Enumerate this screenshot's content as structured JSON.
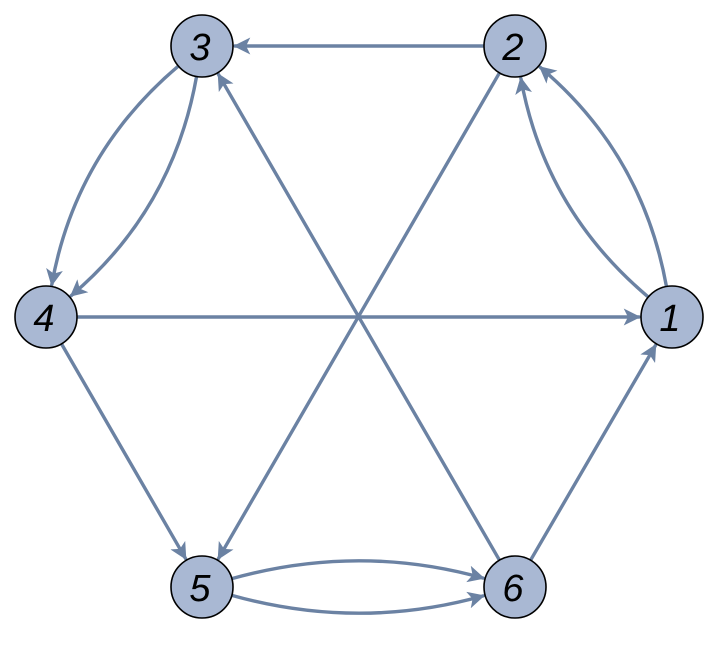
{
  "graph": {
    "directed": true,
    "colors": {
      "edge": "#6b82a3",
      "node_fill": "#a9b8d3",
      "node_stroke": "#000000",
      "label": "#000000"
    },
    "nodes": [
      {
        "id": "1",
        "label": "1"
      },
      {
        "id": "2",
        "label": "2"
      },
      {
        "id": "3",
        "label": "3"
      },
      {
        "id": "4",
        "label": "4"
      },
      {
        "id": "5",
        "label": "5"
      },
      {
        "id": "6",
        "label": "6"
      }
    ],
    "edges": [
      {
        "from": "2",
        "to": "3"
      },
      {
        "from": "1",
        "to": "2"
      },
      {
        "from": "1",
        "to": "2"
      },
      {
        "from": "3",
        "to": "4"
      },
      {
        "from": "3",
        "to": "4"
      },
      {
        "from": "4",
        "to": "1"
      },
      {
        "from": "6",
        "to": "3"
      },
      {
        "from": "2",
        "to": "5"
      },
      {
        "from": "4",
        "to": "5"
      },
      {
        "from": "6",
        "to": "1"
      },
      {
        "from": "5",
        "to": "6"
      },
      {
        "from": "5",
        "to": "6"
      }
    ]
  }
}
